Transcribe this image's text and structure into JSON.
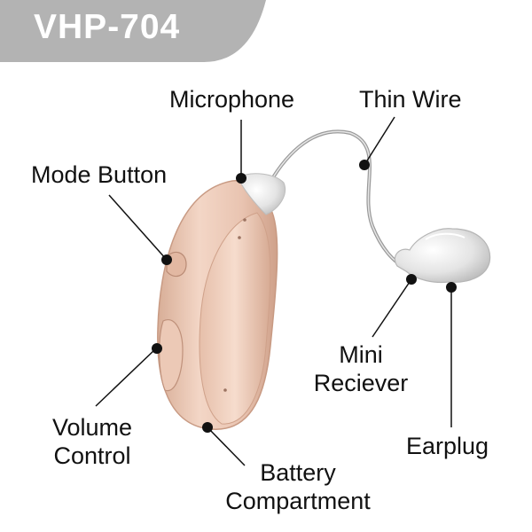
{
  "title": "VHP-704",
  "colors": {
    "banner": "#b3b3b3",
    "body_skin": "#e8c4b0",
    "leader": "#111111"
  },
  "labels": {
    "microphone": "Microphone",
    "thin_wire": "Thin Wire",
    "mode_button": "Mode Button",
    "volume_control_line1": "Volume",
    "volume_control_line2": "Control",
    "mini_receiver_line1": "Mini",
    "mini_receiver_line2": "Reciever",
    "earplug": "Earplug",
    "battery_line1": "Battery",
    "battery_line2": "Compartment"
  }
}
